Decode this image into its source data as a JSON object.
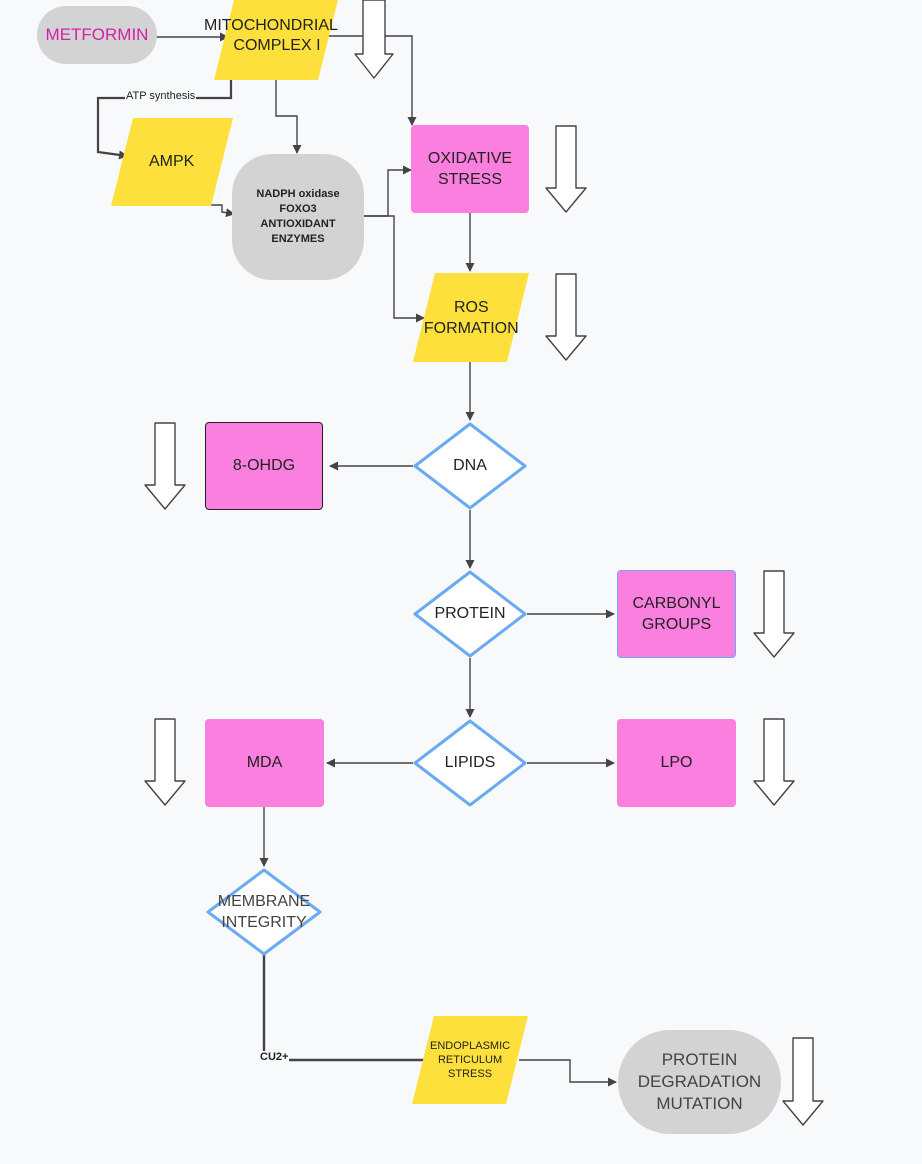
{
  "nodes": {
    "metformin": "METFORMIN",
    "mito_complex_line1": "MITOCHONDRIAL",
    "mito_complex_line2": "COMPLEX I",
    "ampk": "AMPK",
    "nadph_line1": "NADPH oxidase",
    "nadph_line2": "FOXO3",
    "nadph_line3": "ANTIOXIDANT",
    "nadph_line4": "ENZYMES",
    "oxidative_line1": "OXIDATIVE",
    "oxidative_line2": "STRESS",
    "ros_line1": "ROS",
    "ros_line2": "FORMATION",
    "dna": "DNA",
    "ohdg": "8-OHDG",
    "protein": "PROTEIN",
    "carbonyl_line1": "CARBONYL",
    "carbonyl_line2": "GROUPS",
    "lipids": "LIPIDS",
    "mda": "MDA",
    "lpo": "LPO",
    "membrane_line1": "MEMBRANE",
    "membrane_line2": "INTEGRITY",
    "er_line1": "ENDOPLASMIC",
    "er_line2": "RETICULUM",
    "er_line3": "STRESS",
    "degradation_line1": "PROTEIN",
    "degradation_line2": "DEGRADATION",
    "degradation_line3": "MUTATION"
  },
  "edge_labels": {
    "atp": "ATP synthesis",
    "cu": "CU2+"
  },
  "colors": {
    "yellow": "#fee03c",
    "pink": "#fb7fde",
    "gray": "#d3d3d3",
    "diamond_border": "#6aaaf0",
    "metformin_text": "#d61fa8",
    "line": "#444444"
  }
}
